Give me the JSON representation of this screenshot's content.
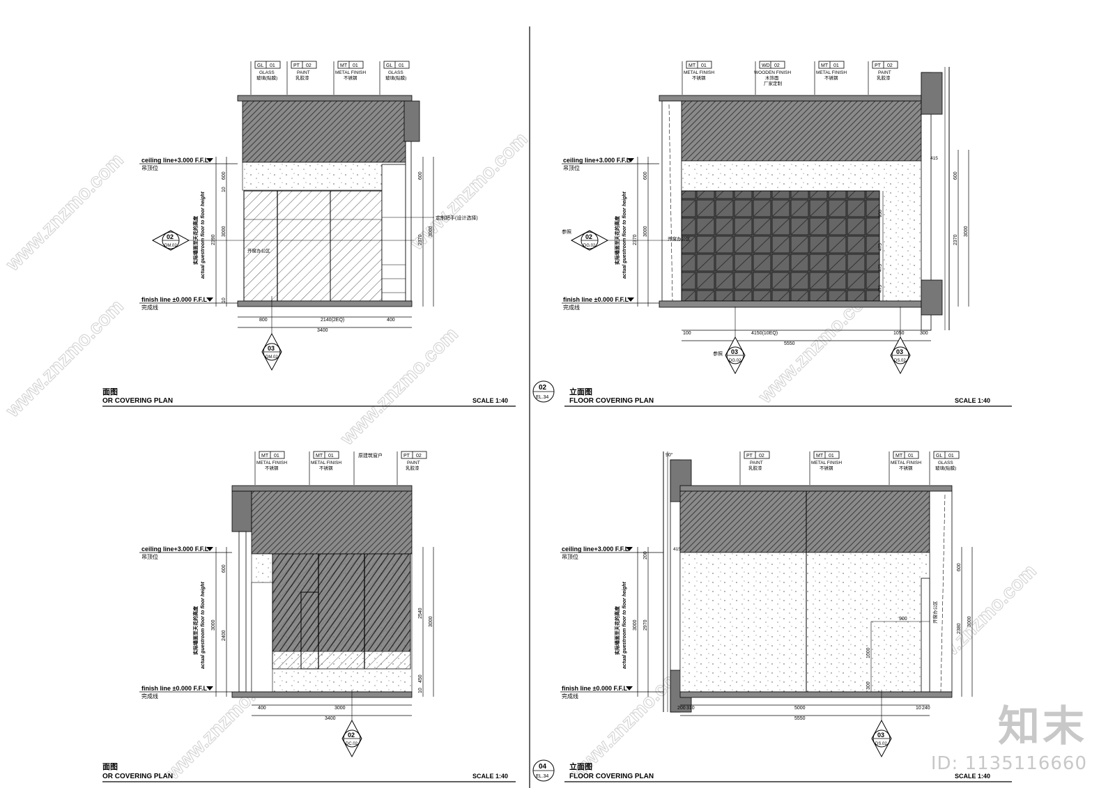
{
  "watermark": {
    "url": "www.znzmo.com",
    "logo": "知末",
    "id_label": "ID: 1135116660"
  },
  "panels": [
    {
      "num": "",
      "sheet": "",
      "title_cn": "面图",
      "title_en": "OR COVERING PLAN",
      "scale": "SCALE 1:40",
      "tags": [
        {
          "code": "GL",
          "no": "01",
          "en": "GLASS",
          "cn": "玻璃(贴膜)"
        },
        {
          "code": "PT",
          "no": "02",
          "en": "PAINT",
          "cn": "乳胶漆"
        },
        {
          "code": "MT",
          "no": "01",
          "en": "METAL FINISH",
          "cn": "不锈钢"
        },
        {
          "code": "GL",
          "no": "01",
          "en": "GLASS",
          "cn": "玻璃(贴膜)"
        }
      ],
      "ceiling_line": "ceiling line+3.000 F.F.L",
      "ceiling_cn": "吊顶位",
      "finish_line": "finish line ±0.000 F.F.L",
      "finish_cn": "完成线",
      "vertical_note": "实际墙面至天花的高度",
      "vertical_note_en": "actual guestroom floor to floor height",
      "dims_left": [
        "600",
        "3000",
        "2390",
        "10",
        "10"
      ],
      "dims_right": [
        "600",
        "3000",
        "2370"
      ],
      "dims_bottom": [
        "800",
        "2140(2EQ)",
        "400",
        "3400"
      ],
      "callout_left": {
        "num": "02",
        "ref": "DM.02"
      },
      "callout_bottom": {
        "num": "03",
        "ref": "DM.02"
      },
      "notes": [
        "定制把手(设计选择)",
        "开窗办公区"
      ]
    },
    {
      "num": "02",
      "sheet": "EL.34",
      "title_cn": "立面图",
      "title_en": "FLOOR COVERING PLAN",
      "scale": "SCALE 1:40",
      "tags": [
        {
          "code": "MT",
          "no": "01",
          "en": "METAL FINISH",
          "cn": "不锈钢"
        },
        {
          "code": "WD",
          "no": "02",
          "en": "WOODEN FINISH",
          "cn": "木饰面"
        },
        {
          "code": "MT",
          "no": "01",
          "en": "METAL FINISH",
          "cn": "不锈钢"
        },
        {
          "code": "PT",
          "no": "02",
          "en": "PAINT",
          "cn": "乳胶漆"
        }
      ],
      "ceiling_line": "ceiling line+3.000 F.F.L",
      "ceiling_cn": "吊顶位",
      "finish_line": "finish line ±0.000 F.F.L",
      "finish_cn": "完成线",
      "vertical_note": "实际墙面至天花的高度",
      "vertical_note_en": "actual guestroom floor to floor height",
      "dims_left": [
        "600",
        "3000",
        "2370"
      ],
      "dims_right": [
        "600",
        "3000",
        "2370",
        "415"
      ],
      "dims_mid": [
        "950",
        "475",
        "475",
        "475"
      ],
      "dims_bottom": [
        "100",
        "4150(10EQ)",
        "1050",
        "300",
        "5550"
      ],
      "callout_left": {
        "num": "02",
        "ref": "DG.02"
      },
      "callout_bottom": {
        "num": "03",
        "ref": "DG.02"
      },
      "callout_bottom2": {
        "num": "03",
        "ref": "DS.02"
      },
      "notes": [
        "参照",
        "开窗办公区",
        "厂家定制",
        "参照"
      ]
    },
    {
      "num": "",
      "sheet": "",
      "title_cn": "面图",
      "title_en": "OR COVERING PLAN",
      "scale": "SCALE 1:40",
      "tags": [
        {
          "code": "MT",
          "no": "01",
          "en": "METAL FINISH",
          "cn": "不锈钢"
        },
        {
          "code": "MT",
          "no": "01",
          "en": "METAL FINISH",
          "cn": "不锈钢"
        },
        {
          "code": "",
          "no": "",
          "en": "",
          "cn": "原建筑窗户"
        },
        {
          "code": "PT",
          "no": "02",
          "en": "PAINT",
          "cn": "乳胶漆"
        }
      ],
      "ceiling_line": "ceiling line+3.000 F.F.L",
      "ceiling_cn": "吊顶位",
      "finish_line": "finish line ±0.000 F.F.L",
      "finish_cn": "完成线",
      "vertical_note": "实际墙面至天花的高度",
      "vertical_note_en": "actual guestroom floor to floor height",
      "dims_left": [
        "600",
        "3000",
        "2400"
      ],
      "dims_right": [
        "2540",
        "3000",
        "450",
        "10"
      ],
      "dims_bottom": [
        "400",
        "3000",
        "3400"
      ],
      "callout_bottom": {
        "num": "02",
        "ref": "DC.02"
      },
      "notes": []
    },
    {
      "num": "04",
      "sheet": "EL.34",
      "title_cn": "立面图",
      "title_en": "FLOOR COVERING PLAN",
      "scale": "SCALE 1:40",
      "tags": [
        {
          "code": "PT",
          "no": "02",
          "en": "PAINT",
          "cn": "乳胶漆"
        },
        {
          "code": "MT",
          "no": "01",
          "en": "METAL FINISH",
          "cn": "不锈钢"
        },
        {
          "code": "MT",
          "no": "01",
          "en": "METAL FINISH",
          "cn": "不锈钢"
        },
        {
          "code": "GL",
          "no": "01",
          "en": "GLASS",
          "cn": "玻璃(贴膜)"
        }
      ],
      "ceiling_line": "ceiling line+3.000 F.F.L",
      "ceiling_cn": "吊顶位",
      "finish_line": "finish line ±0.000 F.F.L",
      "finish_cn": "完成线",
      "vertical_note": "实际墙面至天花的高度",
      "vertical_note_en": "actual guestroom floor to floor height",
      "dims_left": [
        "200",
        "3000",
        "2970"
      ],
      "dims_right": [
        "600",
        "3000",
        "2380"
      ],
      "dims_mid": [
        "900",
        "1000",
        "300"
      ],
      "dims_bottom": [
        "200",
        "310",
        "5000",
        "10",
        "240",
        "5550"
      ],
      "angle": "90°",
      "callout_bottom": {
        "num": "03",
        "ref": "DS.02"
      },
      "notes": [
        "415",
        "开窗办公区"
      ]
    }
  ]
}
